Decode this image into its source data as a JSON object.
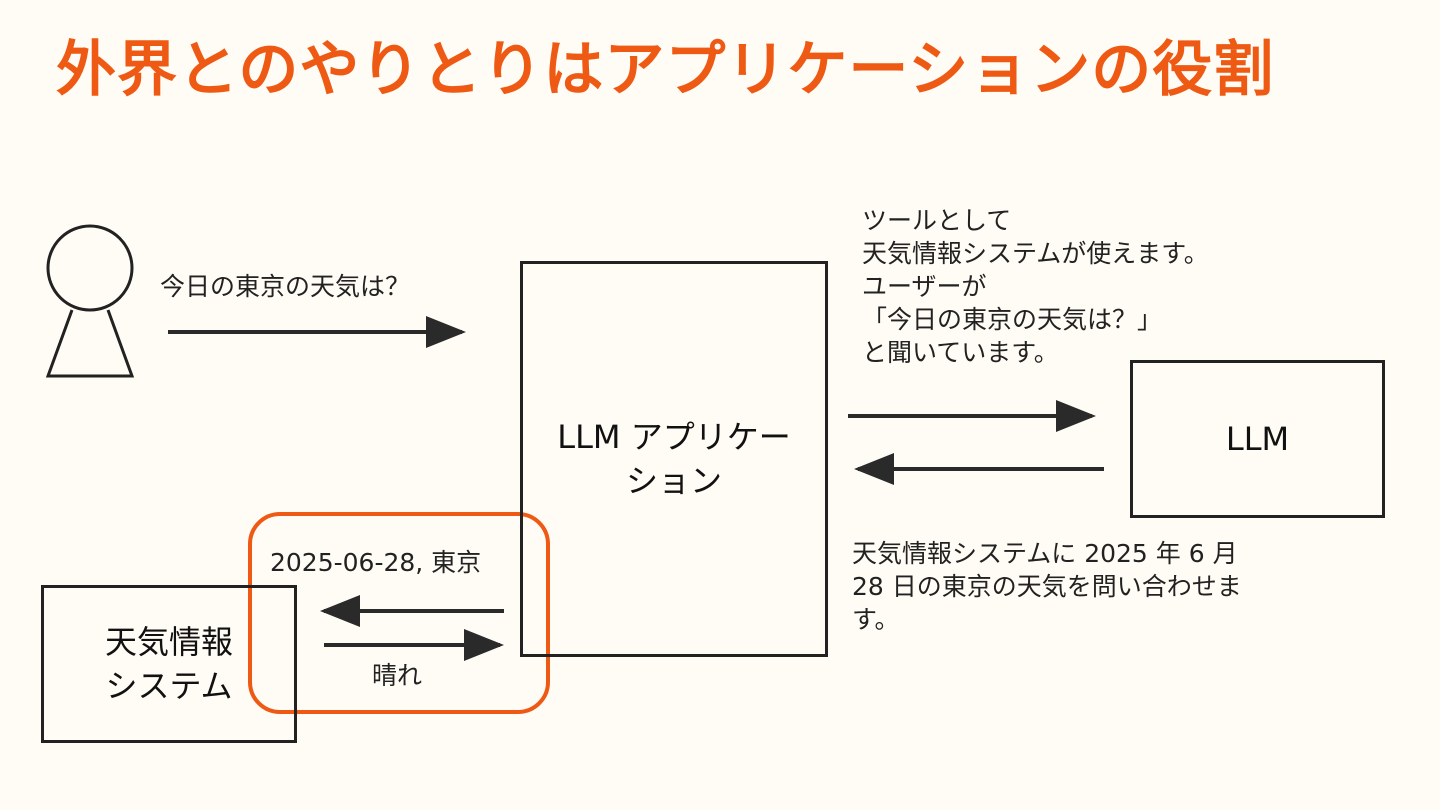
{
  "title": "外界とのやりとりはアプリケーションの役割",
  "user_message": "今日の東京の天気は？",
  "app_box": {
    "line1": "LLM アプリケー",
    "line2": "ション"
  },
  "llm_box": {
    "label": "LLM"
  },
  "weather_box": {
    "line1": "天気情報",
    "line2": "システム"
  },
  "prompt_to_llm": [
    "ツールとして",
    "天気情報システムが使えます。",
    "ユーザーが",
    "「今日の東京の天気は？」",
    "と聞いています。"
  ],
  "llm_reply": [
    "天気情報システムに 2025 年 6 月",
    "28 日の東京の天気を問い合わせま",
    "す。"
  ],
  "query_to_weather": "2025-06-28, 東京",
  "weather_result": "晴れ",
  "colors": {
    "accent": "#ee5a14",
    "line": "#222222",
    "background": "#fffcf5"
  }
}
